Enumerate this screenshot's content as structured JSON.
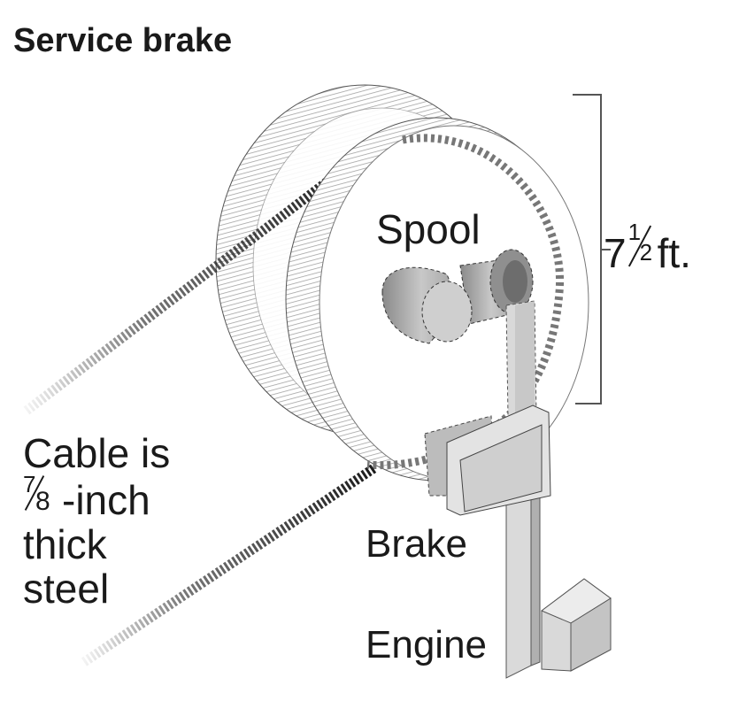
{
  "title": "Service brake",
  "labels": {
    "spool": "Spool",
    "height": {
      "whole": "7",
      "numerator": "1",
      "denominator": "2",
      "unit": "ft."
    },
    "cable": {
      "line1": "Cable is",
      "numerator": "7",
      "denominator": "8",
      "line2_rest": "-inch",
      "line3": "thick",
      "line4": "steel"
    },
    "brake": "Brake",
    "engine": "Engine"
  },
  "colors": {
    "ink": "#1a1a1a",
    "hatch": "#9a9a9a",
    "component_fill": "#d9d9d9",
    "component_dark": "#9c9c9c"
  }
}
